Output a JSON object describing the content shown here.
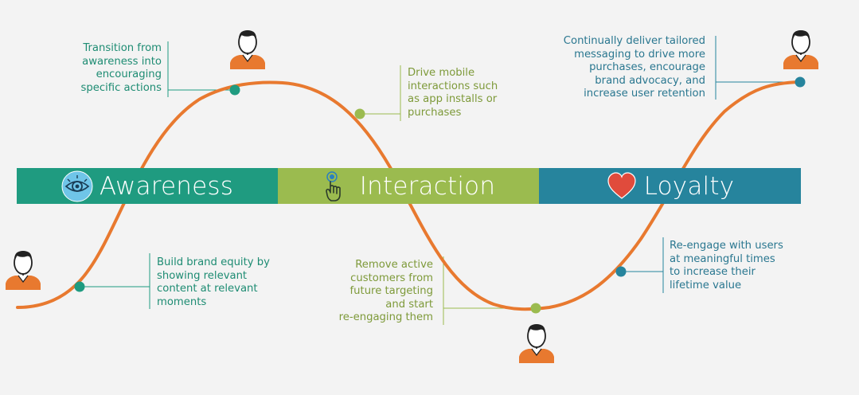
{
  "colors": {
    "background": "#f3f3f3",
    "curve": "#e8792f",
    "awareness": "#1f9b80",
    "interaction": "#9bbb4f",
    "loyalty": "#26849d",
    "awareness_text": "#1e8c73",
    "interaction_text": "#7e9a3a",
    "loyalty_text": "#2a7790",
    "person_shirt": "#e8792f",
    "heart": "#e04b3c",
    "eye_bg": "#6fc5e8"
  },
  "stages": [
    {
      "label": "Awareness",
      "icon": "eye-icon"
    },
    {
      "label": "Interaction",
      "icon": "tap-hand-icon"
    },
    {
      "label": "Loyalty",
      "icon": "heart-icon"
    }
  ],
  "notes": {
    "build_equity": [
      "Build brand equity by",
      "showing relevant",
      "content at relevant",
      "moments"
    ],
    "transition": [
      "Transition from",
      "awareness into",
      "encouraging",
      "specific actions"
    ],
    "drive_mobile": [
      "Drive mobile",
      "interactions such",
      "as app installs or",
      "purchases"
    ],
    "remove_active": [
      "Remove active",
      "customers from",
      "future targeting",
      "and start",
      "re-engaging them"
    ],
    "re_engage": [
      "Re-engage with users",
      "at meaningful times",
      "to increase their",
      "lifetime value"
    ],
    "continually": [
      "Continually deliver tailored",
      "messaging to drive more",
      "purchases, encourage",
      "brand advocacy, and",
      "increase user retention"
    ]
  },
  "icons": {
    "person": "person-icon"
  }
}
